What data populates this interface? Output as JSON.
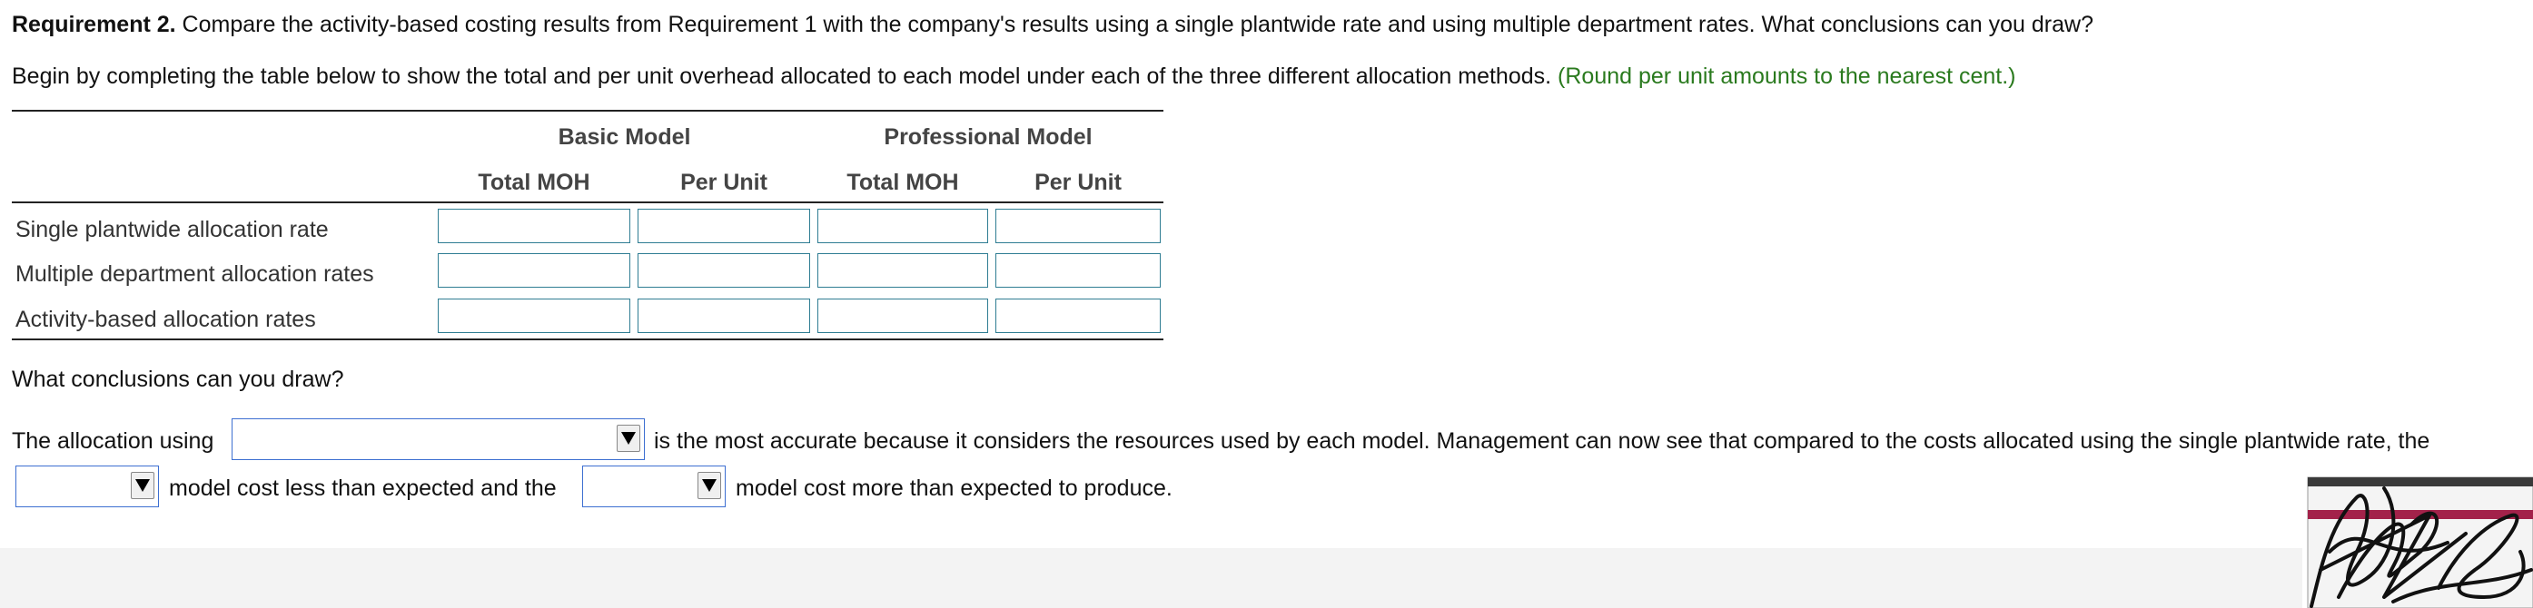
{
  "requirement": {
    "label": "Requirement 2.",
    "text": " Compare the activity-based costing results from Requirement 1 with the company's results using a single plantwide rate and using multiple department rates. What conclusions can you draw?"
  },
  "instruction": {
    "text": "Begin by completing the table below to show the total and per unit overhead allocated to each model under each of the three different allocation methods. ",
    "hint": "(Round per unit amounts to the nearest cent.)"
  },
  "table": {
    "groups": [
      "Basic Model",
      "Professional Model"
    ],
    "columns": [
      "Total MOH",
      "Per Unit",
      "Total MOH",
      "Per Unit"
    ],
    "rows": [
      {
        "label": "Single plantwide allocation rate",
        "values": [
          "",
          "",
          "",
          ""
        ]
      },
      {
        "label": "Multiple department allocation rates",
        "values": [
          "",
          "",
          "",
          ""
        ]
      },
      {
        "label": "Activity-based allocation rates",
        "values": [
          "",
          "",
          "",
          ""
        ]
      }
    ]
  },
  "conclusion": {
    "question": "What conclusions can you draw?",
    "part1": "The allocation using",
    "part2": "is the most accurate because it considers the resources used by each model. Management can now see that compared to the costs allocated using the single plantwide rate, the",
    "part3": "model cost less than expected and the",
    "part4": "model cost more than expected to produce.",
    "select1_value": "",
    "select2_value": "",
    "select3_value": ""
  },
  "colors": {
    "hint_green": "#2a7a1e",
    "input_border": "#2f7d93",
    "select_border": "#3d6fd1"
  },
  "icons": [
    "dropdown-arrow-icon",
    "signature-scribble"
  ]
}
